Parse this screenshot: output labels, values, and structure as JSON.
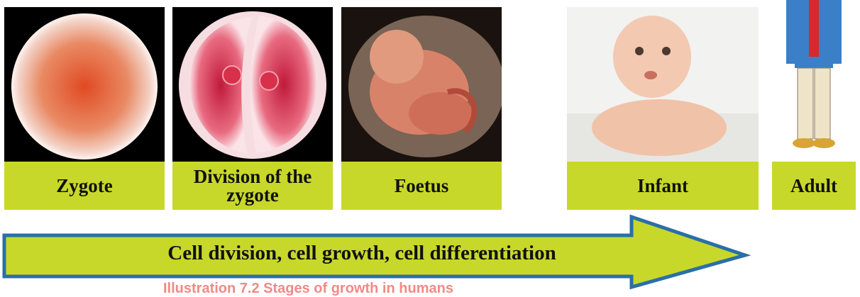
{
  "stages": [
    {
      "label": "Zygote",
      "image": "zygote-cell-photo"
    },
    {
      "label": "Division of the zygote",
      "image": "dividing-zygote-photo"
    },
    {
      "label": "Foetus",
      "image": "foetus-photo"
    },
    {
      "label": "Infant",
      "image": "infant-photo"
    },
    {
      "label": "Adult",
      "image": "adult-person-illustration"
    }
  ],
  "arrow": {
    "label": "Cell division, cell growth, cell differentiation",
    "color": "#c8d82a",
    "border": "#2a6fa6"
  },
  "caption": "Illustration 7.2 Stages of growth in humans",
  "colors": {
    "label_bg": "#c8d82a",
    "caption": "#f08a86",
    "photo_bg": "#000000"
  }
}
